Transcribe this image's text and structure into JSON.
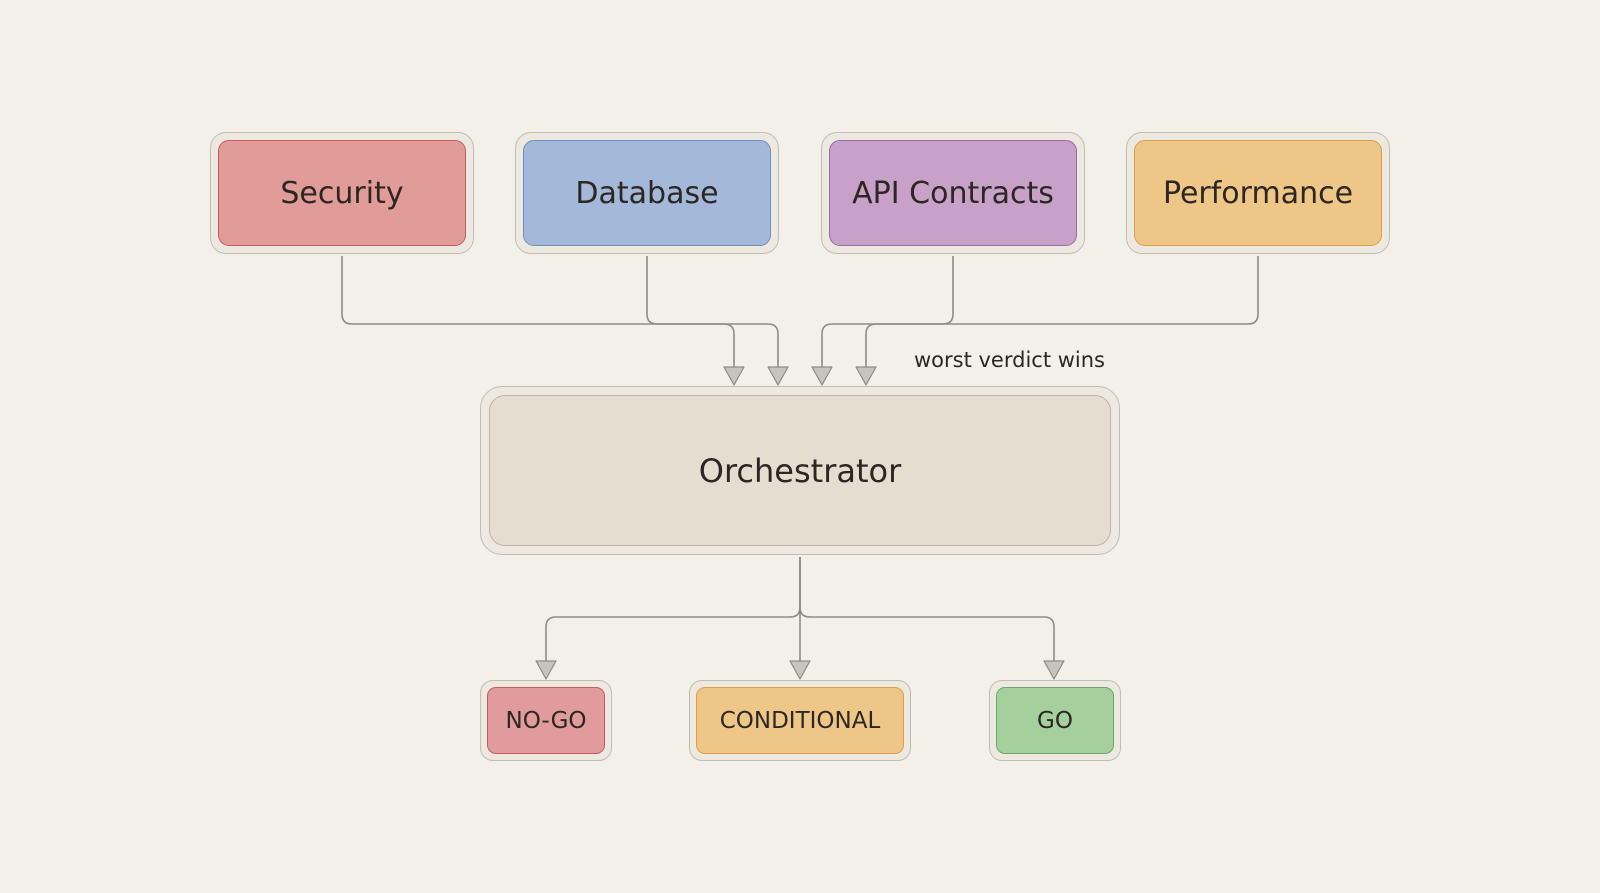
{
  "colors": {
    "background": "#f3f0e9",
    "connector": "#8f8a85",
    "arrowhead_fill": "#c8c3bd",
    "security": {
      "fill": "#e19b98",
      "border": "#c85a5e"
    },
    "database": {
      "fill": "#a4b9d9",
      "border": "#6f8fc0"
    },
    "api_contracts": {
      "fill": "#c8a1c8",
      "border": "#9c6aa4"
    },
    "performance": {
      "fill": "#eec688",
      "border": "#d9a04a"
    },
    "orchestrator": {
      "fill": "#e6ddd1",
      "border": "#bfb4a6"
    },
    "no_go": {
      "fill": "#e19b9c",
      "border": "#c85a60"
    },
    "conditional": {
      "fill": "#eec688",
      "border": "#d9a04a"
    },
    "go": {
      "fill": "#a6cf9e",
      "border": "#6da767"
    }
  },
  "reviewers": [
    {
      "label": "Security"
    },
    {
      "label": "Database"
    },
    {
      "label": "API Contracts"
    },
    {
      "label": "Performance"
    }
  ],
  "orchestrator": {
    "label": "Orchestrator"
  },
  "annotation": "worst verdict wins",
  "outcomes": [
    {
      "label": "NO-GO"
    },
    {
      "label": "CONDITIONAL"
    },
    {
      "label": "GO"
    }
  ]
}
